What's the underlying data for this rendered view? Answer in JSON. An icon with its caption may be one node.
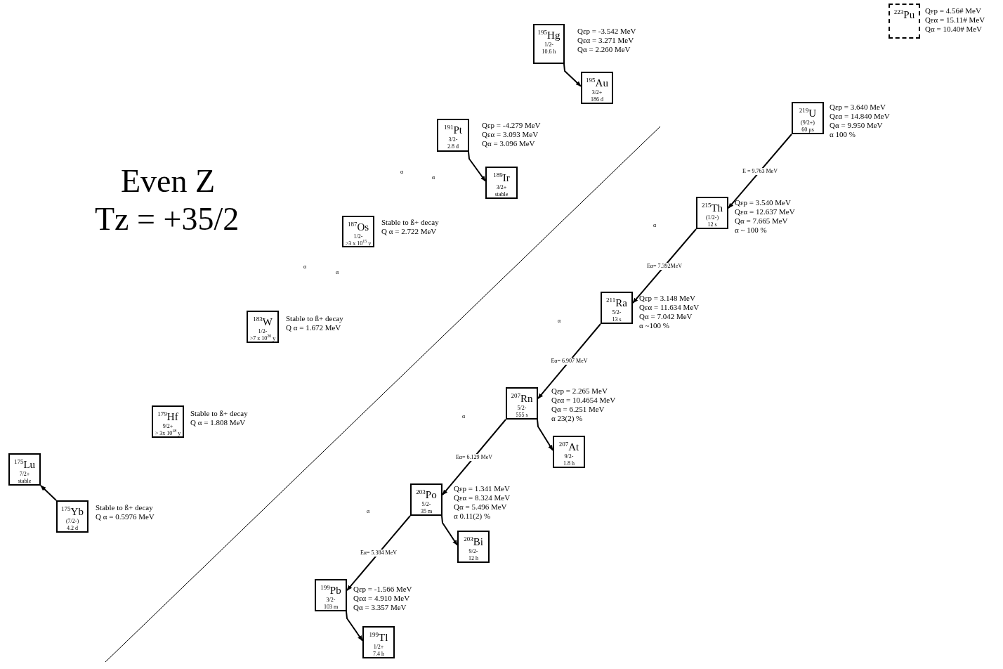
{
  "diagram": {
    "nodes": [
      {
        "text": [
          "$^{223}$Pu"
        ],
        "beside": [
          "Qεp = 4.56# MeV",
          "Qεα = 15.11# MeV",
          "Qα = 10.40# MeV"
        ]
      },
      {
        "text": [
          "$^{195}$Hg",
          "1/2-",
          "10.6 h"
        ],
        "beside": [
          "Qεp = -3.542 MeV",
          "Qεα = 3.271 MeV",
          "Qα = 2.260 MeV"
        ]
      },
      {
        "text": [
          "$^{195}$Au",
          "3/2+",
          "186 d"
        ]
      },
      {
        "text": [
          "$^{219}$U",
          "(9/2+)",
          "60 µs"
        ],
        "beside": [
          "Qεp = 3.640 MeV",
          "Qεα = 14.840 MeV",
          "Qα = 9.950 MeV",
          "α 100 %"
        ]
      },
      {
        "text": [
          "$^{191}$Pt",
          "3/2-",
          "2.8 d"
        ],
        "beside": [
          "Qεp = -4.279 MeV",
          "Qεα = 3.093 MeV",
          "Qα = 3.096 MeV"
        ]
      },
      {
        "text": [
          "$^{189}$Ir",
          "3/2+",
          "stable"
        ]
      },
      {
        "text": [
          "$^{215}$Th",
          "(1/2-)",
          "12 s"
        ],
        "beside": [
          "Qεp = 3.540 MeV",
          "Qεα = 12.637 MeV",
          "Qα = 7.665 MeV",
          "α ~ 100 %"
        ]
      },
      {
        "text": [
          "$^{187}$Os",
          "1/2-",
          ">3 x 10$^{15}$ y"
        ],
        "beside": [
          "Stable to ß+ decay",
          "Q α = 2.722 MeV"
        ]
      },
      {
        "text": [
          "$^{211}$Ra",
          "5/2-",
          "13 s"
        ],
        "beside": [
          "Qεp = 3.148 MeV",
          "Qεα = 11.634 MeV",
          "Qα = 7.042 MeV",
          "α ~100 %"
        ]
      },
      {
        "text": [
          "$^{183}$W",
          "1/2-",
          ">7 x 10$^{20}$ y"
        ],
        "beside": [
          "Stable to ß+ decay",
          "Q α = 1.672 MeV"
        ]
      },
      {
        "text": [
          "$^{207}$Rn",
          "5/2-",
          "555 s"
        ],
        "beside": [
          "Qεp = 2.265 MeV",
          "Qεα = 10.4654 MeV",
          "Qα = 6.251 MeV",
          "α 23(2) %"
        ]
      },
      {
        "text": [
          "$^{179}$Hf",
          "9/2+",
          "> 3x 10$^{18}$ y"
        ],
        "beside": [
          "Stable to ß+ decay",
          "Q α = 1.808 MeV"
        ]
      },
      {
        "text": [
          "$^{207}$At",
          "9/2-",
          "1.8 h"
        ]
      },
      {
        "text": [
          "$^{175}$Lu",
          "7/2+",
          "stable"
        ]
      },
      {
        "text": [
          "$^{203}$Po",
          "5/2-",
          "35 m"
        ],
        "beside": [
          "Qεp = 1.341 MeV",
          "Qεα = 8.324 MeV",
          "Qα = 5.496 MeV",
          "α 0.11(2) %"
        ]
      },
      {
        "text": [
          "$^{175}$Yb",
          "(7/2-)",
          "4.2 d"
        ],
        "beside": [
          "Stable to ß+ decay",
          "Q α = 0.5976 MeV"
        ]
      },
      {
        "text": [
          "$^{203}$Bi",
          "9/2-",
          "12 h"
        ]
      },
      {
        "text": [
          "$^{199}$Pb",
          "3/2-",
          "103 m"
        ],
        "beside": [
          "Qεp = -1.566 MeV",
          "Qεα = 4.910 MeV",
          "Qα = 3.357 MeV"
        ]
      },
      {
        "text": [
          "$^{199}$Tl",
          "1/2+",
          "7.4 h"
        ]
      }
    ],
    "edges": [
      {
        "from": 1,
        "to": 2,
        "arrow": "to"
      },
      {
        "from": 4,
        "to": 5,
        "arrow": "to"
      },
      {
        "from": 3,
        "to": 6,
        "arrow": "to",
        "label": "E = 9.763 MeV"
      },
      {
        "from": 6,
        "to": 8,
        "arrow": "to",
        "label": "Eα= 7.392MeV"
      },
      {
        "from": 8,
        "to": 10,
        "arrow": "to",
        "label": "Eα= 6.907 MeV"
      },
      {
        "from": 10,
        "to": 14,
        "arrow": "to",
        "label": "Eα= 6.129 MeV"
      },
      {
        "from": 10,
        "to": 12,
        "arrow": "to"
      },
      {
        "from": 14,
        "to": 17,
        "arrow": "to",
        "label": "Eα= 5.384 MeV"
      },
      {
        "from": 14,
        "to": 16,
        "arrow": "to"
      },
      {
        "from": 17,
        "to": 18,
        "arrow": "to"
      },
      {
        "from": 15,
        "to": 13,
        "arrow": "to"
      }
    ],
    "labels": [
      "Even Z",
      "Tz = +35/2",
      "α",
      "α",
      "α",
      "α",
      "α",
      "α",
      "α",
      "α"
    ]
  }
}
